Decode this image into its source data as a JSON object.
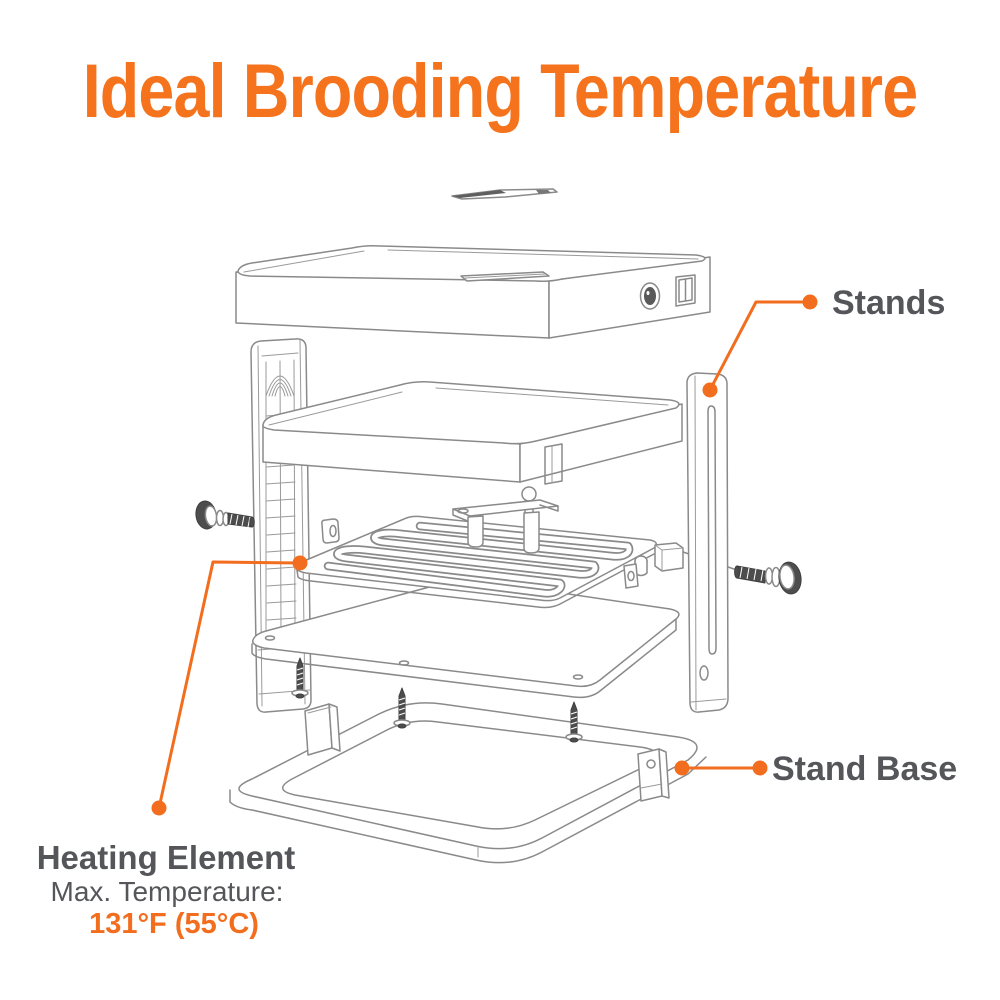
{
  "title": "Ideal Brooding Temperature",
  "callouts": {
    "stands": {
      "label": "Stands"
    },
    "stand_base": {
      "label": "Stand Base"
    },
    "heating_element": {
      "label": "Heating Element",
      "sub_label": "Max. Temperature:",
      "value": "131°F (55°C)"
    }
  },
  "colors": {
    "title_orange": "#F4731C",
    "callout_orange": "#F26E1E",
    "label_gray": "#55565A",
    "line_art_gray": "#8A8A8A",
    "background": "#FFFFFF"
  }
}
